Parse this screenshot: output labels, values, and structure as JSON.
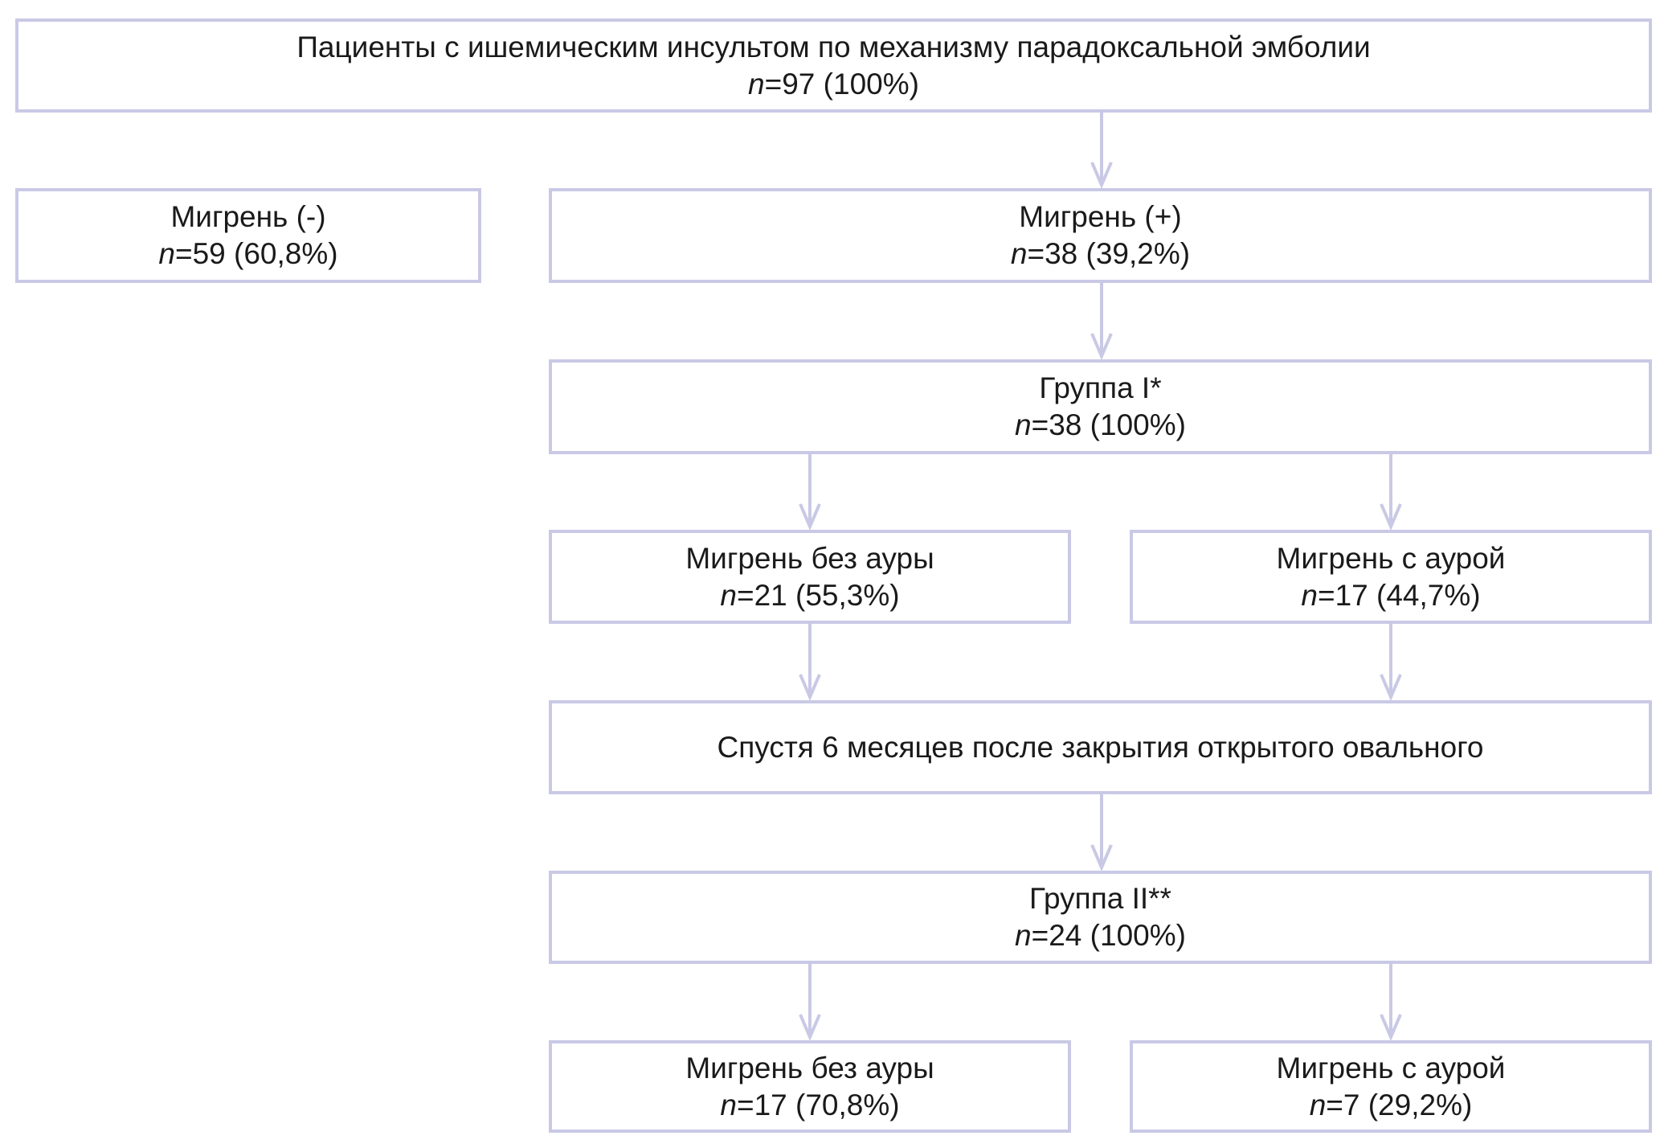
{
  "flowchart": {
    "nodes": {
      "total": {
        "title": "Пациенты с ишемическим инсультом по механизму парадоксальной эмболии",
        "n_symbol": "n",
        "count_text": "=97 (100%)"
      },
      "no_migraine": {
        "title": "Мигрень (-)",
        "n_symbol": "n",
        "count_text": "=59 (60,8%)"
      },
      "migraine": {
        "title": "Мигрень (+)",
        "n_symbol": "n",
        "count_text": "=38 (39,2%)"
      },
      "group1": {
        "title": "Группа I*",
        "n_symbol": "n",
        "count_text": "=38 (100%)"
      },
      "g1_no_aura": {
        "title": "Мигрень без ауры",
        "n_symbol": "n",
        "count_text": "=21 (55,3%)"
      },
      "g1_aura": {
        "title": "Мигрень с аурой",
        "n_symbol": "n",
        "count_text": "=17 (44,7%)"
      },
      "closure": {
        "title": "Спустя 6 месяцев после закрытия открытого овального"
      },
      "group2": {
        "title": "Группа II**",
        "n_symbol": "n",
        "count_text": "=24 (100%)"
      },
      "g2_no_aura": {
        "title": "Мигрень без ауры",
        "n_symbol": "n",
        "count_text": "=17 (70,8%)"
      },
      "g2_aura": {
        "title": "Мигрень с аурой",
        "n_symbol": "n",
        "count_text": "=7 (29,2%)"
      }
    },
    "edges": [
      [
        "total",
        "migraine"
      ],
      [
        "migraine",
        "group1"
      ],
      [
        "group1",
        "g1_no_aura"
      ],
      [
        "group1",
        "g1_aura"
      ],
      [
        "g1_no_aura",
        "closure"
      ],
      [
        "g1_aura",
        "closure"
      ],
      [
        "closure",
        "group2"
      ],
      [
        "group2",
        "g2_no_aura"
      ],
      [
        "group2",
        "g2_aura"
      ]
    ],
    "colors": {
      "border": "#c9c9e6",
      "arrow": "#c9c9e6",
      "text": "#1a1a1a"
    }
  }
}
